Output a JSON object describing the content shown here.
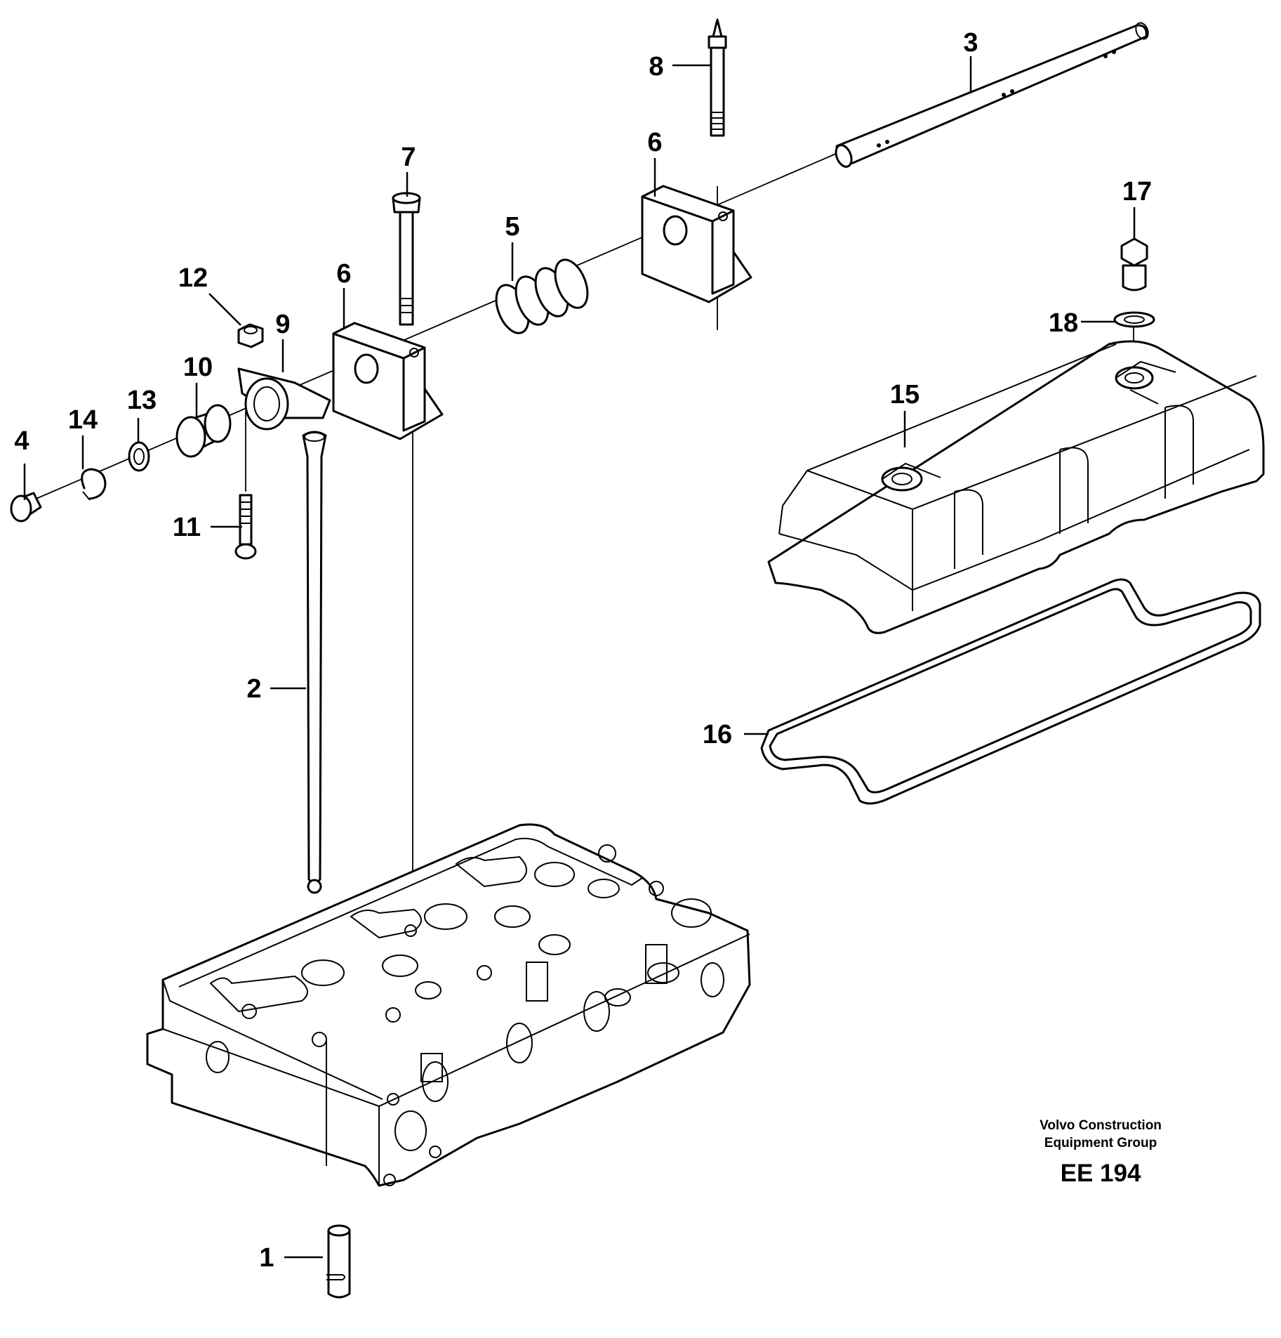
{
  "diagram": {
    "callouts": [
      "1",
      "2",
      "3",
      "4",
      "5",
      "6",
      "6",
      "7",
      "8",
      "9",
      "10",
      "11",
      "12",
      "13",
      "14",
      "15",
      "16",
      "17",
      "18"
    ],
    "credit_line1": "Volvo Construction",
    "credit_line2": "Equipment Group",
    "reference": "EE 194"
  }
}
